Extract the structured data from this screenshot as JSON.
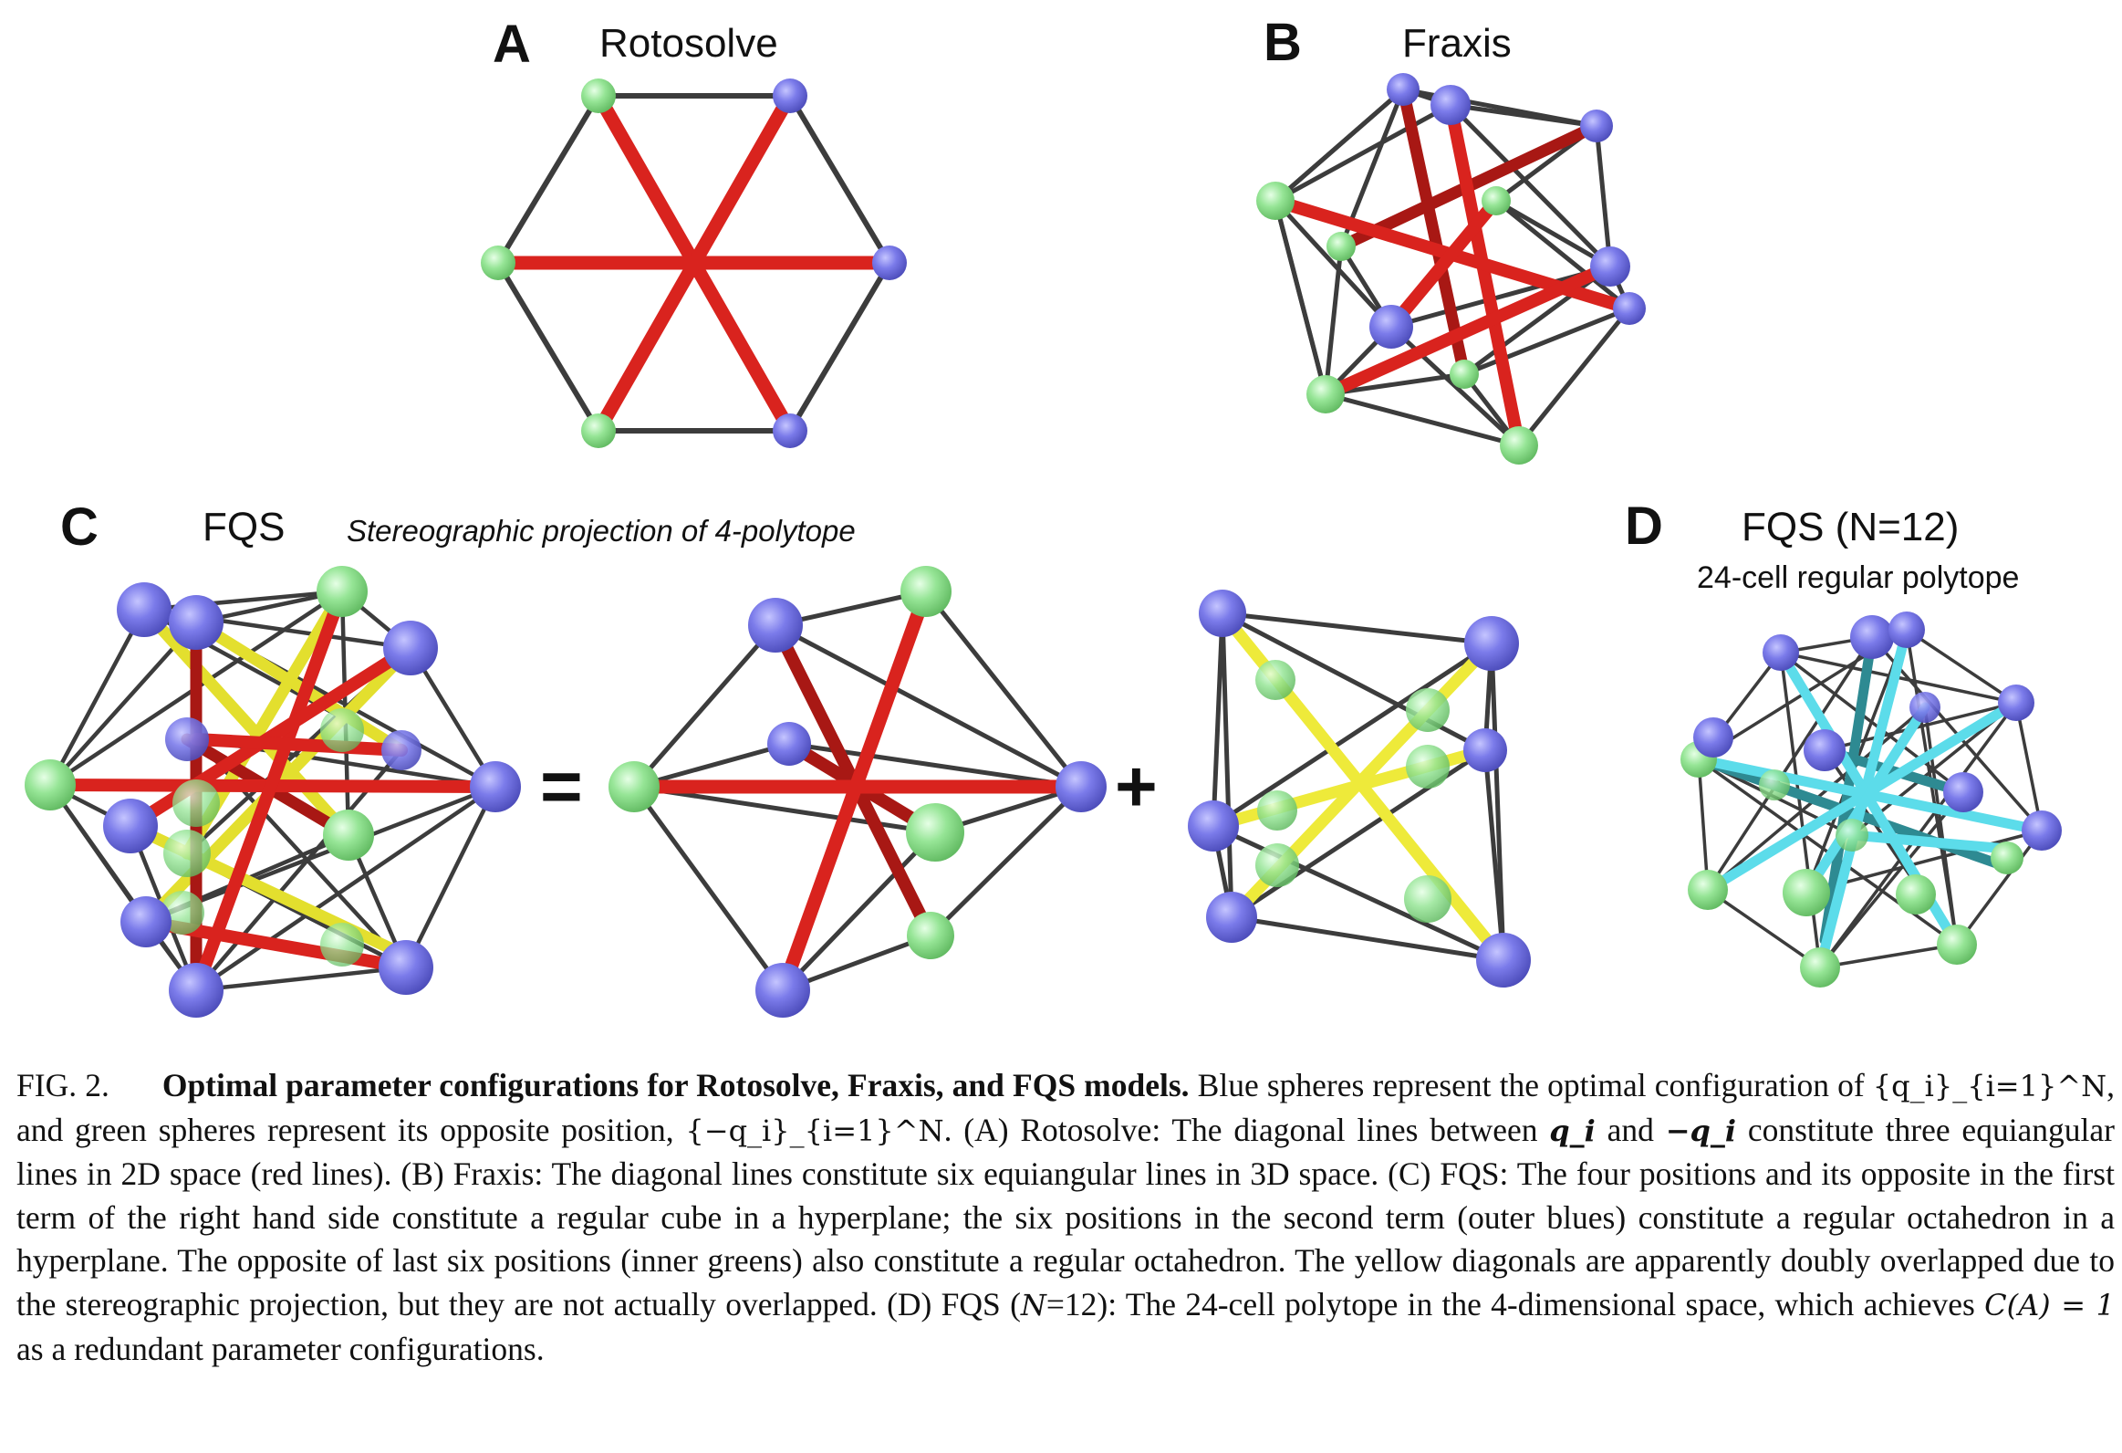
{
  "panels": {
    "a": {
      "letter": "A",
      "title": "Rotosolve"
    },
    "b": {
      "letter": "B",
      "title": "Fraxis"
    },
    "c": {
      "letter": "C",
      "title": "FQS",
      "subtitle": "Stereographic projection of 4-polytope",
      "equals": "=",
      "plus": "+"
    },
    "d": {
      "letter": "D",
      "title": "FQS (N=12)",
      "subtitle": "24-cell regular polytope"
    }
  },
  "colors": {
    "blue_sphere": "#7b7bea",
    "green_sphere": "#96e596",
    "red_line": "#d9231e",
    "yellow_line": "#eeea3a",
    "cyan_line": "#5cdcea",
    "edge": "#3c3c3c"
  },
  "caption": {
    "fig_label": "FIG. 2.",
    "bold_title": "Optimal parameter configurations for Rotosolve, Fraxis, and FQS models.",
    "s1": " Blue spheres represent the optimal configuration of ",
    "math_set_q": "{q_i}_{i=1}^N",
    "s2": ", and green spheres represent its opposite position, ",
    "math_set_neg_q": "{−q_i}_{i=1}^N",
    "s3": ". (A) Rotosolve: The diagonal lines between ",
    "math_q": "q_i",
    "s4": " and ",
    "math_neg_q": "−q_i",
    "s5": " constitute three equiangular lines in 2D space (red lines). (B) Fraxis: The diagonal lines constitute six equiangular lines in 3D space. (C) FQS: The four positions and its opposite in the first term of the right hand side constitute a regular cube in a hyperplane; the six positions in the second term (outer blues) constitute a regular octahedron in a hyperplane. The opposite of last six positions (inner greens) also constitute a regular octahedron. The yellow diagonals are apparently doubly overlapped due to the stereographic projection, but they are not actually overlapped. (D) FQS (",
    "math_n": "N",
    "s6": "=12): The 24-cell polytope in the 4-dimensional space, which achieves ",
    "math_ca": "C(A) = 1",
    "s7": " as a redundant parameter configurations."
  }
}
